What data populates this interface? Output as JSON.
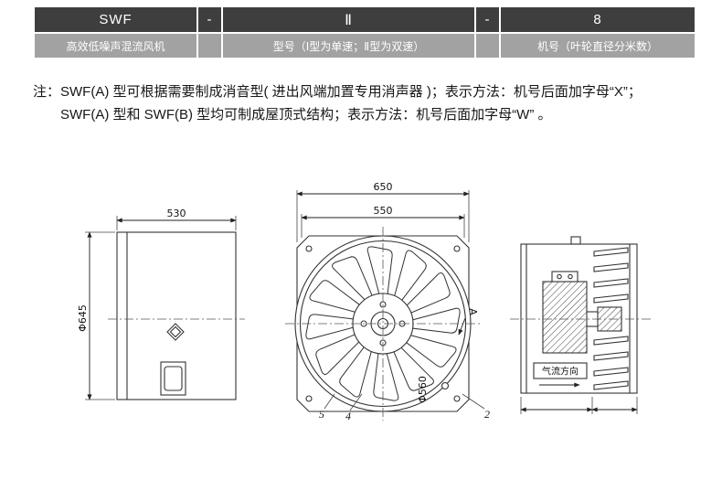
{
  "header": {
    "code_cells": [
      "SWF",
      "-",
      "Ⅱ",
      "-",
      "8"
    ],
    "desc_cells": [
      "高效低噪声混流风机",
      "",
      "型号（Ⅰ型为单速；Ⅱ型为双速）",
      "",
      "机号（叶轮直径分米数）"
    ]
  },
  "notes": {
    "prefix": "注：",
    "line1": "SWF(A) 型可根据需要制成消音型( 进出风端加置专用消声器 )；表示方法：机号后面加字母“X”；",
    "line2": "SWF(A) 型和 SWF(B) 型均可制成屋顶式结构；表示方法：机号后面加字母“W” 。"
  },
  "drawings": {
    "side_view": {
      "width_dim": "530",
      "height_dim": "Φ645"
    },
    "front_view": {
      "plate_width_dim": "650",
      "inner_dia_dim": "550",
      "bolt_circle_dim": "Φ560",
      "section_label": "A",
      "part_numbers": {
        "casing": "5",
        "impeller": "4",
        "plate": "2"
      }
    },
    "section_view": {
      "airflow_label": "气流方向"
    }
  },
  "colors": {
    "header_dark": "#3e3e3e",
    "header_gray": "#a2a2a2"
  }
}
